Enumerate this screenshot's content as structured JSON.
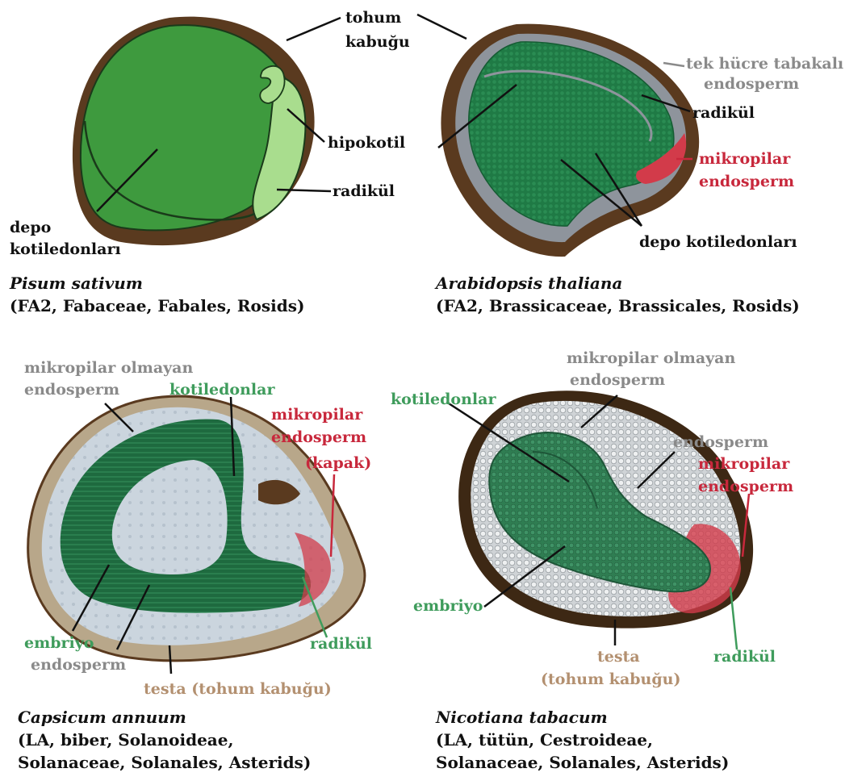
{
  "colors": {
    "black": "#111111",
    "grey_label": "#8a8a8a",
    "red_label": "#c8283c",
    "green_label": "#3f9c5c",
    "tan_label": "#b39070",
    "seed_coat": "#5a3a1f",
    "pea_green": "#3e9a3e",
    "pea_light": "#a9dd8e",
    "arab_green": "#1f7a45",
    "endosperm_grey": "#8e949c",
    "endosperm_blue": "#c9d3dc",
    "micropylar_red": "#d23b4a",
    "tobacco_green": "#2f7d52",
    "tobacco_endo": "#d6d8da"
  },
  "panels": {
    "pisum": {
      "species": "Pisum sativum",
      "taxonomy": "(FA2, Fabaceae, Fabales, Rosids)",
      "labels": {
        "tohum_1": "tohum",
        "tohum_2": "kabuğu",
        "hipokotil": "hipokotil",
        "radikul": "radikül",
        "depo_1": "depo",
        "depo_2": "kotiledonları"
      }
    },
    "arabidopsis": {
      "species": "Arabidopsis thaliana",
      "taxonomy": "(FA2, Brassicaceae, Brassicales, Rosids)",
      "labels": {
        "tek_1": "tek hücre tabakalı",
        "tek_2": "endosperm",
        "radikul": "radikül",
        "mikro_1": "mikropilar",
        "mikro_2": "endosperm",
        "depo": "depo kotiledonları"
      }
    },
    "capsicum": {
      "species": "Capsicum annuum",
      "taxonomy_1": "(LA, biber, Solanoideae,",
      "taxonomy_2": "Solanaceae, Solanales, Asterids)",
      "labels": {
        "mo_1": "mikropilar olmayan",
        "mo_2": "endosperm",
        "kotiledonlar": "kotiledonlar",
        "mikro_1": "mikropilar",
        "mikro_2": "endosperm",
        "mikro_3": "(kapak)",
        "embriyo": "embriyo",
        "endosperm": "endosperm",
        "radikul": "radikül",
        "testa": "testa (tohum kabuğu)"
      }
    },
    "nicotiana": {
      "species": "Nicotiana tabacum",
      "taxonomy_1": "(LA, tütün, Cestroideae,",
      "taxonomy_2": "Solanaceae, Solanales, Asterids)",
      "labels": {
        "mo_1": "mikropilar olmayan",
        "mo_2": "endosperm",
        "kotiledonlar": "kotiledonlar",
        "endosperm": "endosperm",
        "mikro_1": "mikropilar",
        "mikro_2": "endosperm",
        "embriyo": "embriyo",
        "testa_1": "testa",
        "testa_2": "(tohum kabuğu)",
        "radikul": "radikül"
      }
    }
  }
}
